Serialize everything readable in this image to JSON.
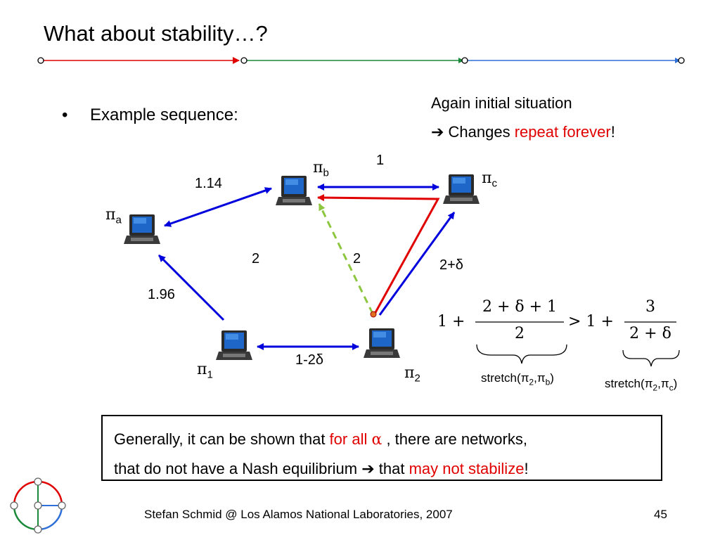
{
  "slide": {
    "title": "What about stability…?",
    "bullet": "Example sequence:",
    "situation_line1": "Again initial situation",
    "situation_arrow": "➔ Changes ",
    "situation_red": "repeat forever",
    "situation_end": "!"
  },
  "graph": {
    "nodes": {
      "pa": {
        "sym": "π",
        "sub": "a"
      },
      "pb": {
        "sym": "π",
        "sub": "b"
      },
      "pc": {
        "sym": "π",
        "sub": "c"
      },
      "p1": {
        "sym": "π",
        "sub": "1"
      },
      "p2": {
        "sym": "π",
        "sub": "2"
      }
    },
    "edge_labels": {
      "a_b": "1.14",
      "b_c": "1",
      "a_1": "1.96",
      "mid_left": "2",
      "mid_right": "2",
      "p2_pc": "2+δ",
      "p1_p2": "1-2δ"
    }
  },
  "formula": {
    "one": "1",
    "plus": "+",
    "num1": "2 + δ + 1",
    "den1": "2",
    "gt": ">",
    "num2": "3",
    "den2": "2 + δ",
    "stretch1_text": "stretch(",
    "stretch1_a": "π",
    "stretch1_a_sub": "2",
    "stretch1_comma": ",",
    "stretch1_b": "π",
    "stretch1_b_sub": "b",
    "stretch1_close": ")",
    "stretch2_text": "stretch(",
    "stretch2_a": "π",
    "stretch2_a_sub": "2",
    "stretch2_comma": ",",
    "stretch2_b": "π",
    "stretch2_b_sub": "c",
    "stretch2_close": ")"
  },
  "conclusion": {
    "l1_a": "Generally, it can be shown that ",
    "l1_red": "for all ",
    "l1_alpha": "α",
    "l1_b": " , there are networks,",
    "l2_a": "that do not have a Nash equilibrium ➔ that ",
    "l2_red": "may not stabilize",
    "l2_b": "!"
  },
  "footer": {
    "text": "Stefan Schmid @ Los Alamos National Laboratories, 2007",
    "page": "45"
  },
  "colors": {
    "red": "#e00000",
    "blue": "#0000dd",
    "green": "#1a8a3a",
    "light_blue": "#2f6fd8",
    "dashed_green": "#8dc63f"
  }
}
